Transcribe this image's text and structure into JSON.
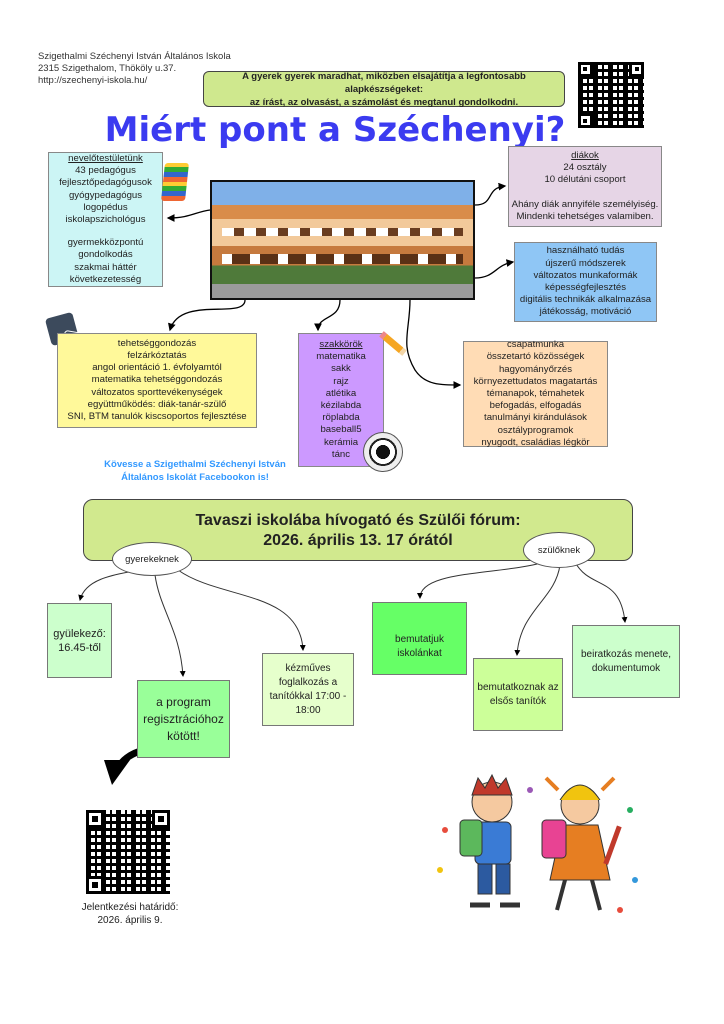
{
  "header": {
    "school": "Szigethalmi Széchenyi István Általános Iskola",
    "address": "2315 Szigethalom, Thököly u.37.",
    "url": "http://szechenyi-iskola.hu/"
  },
  "motto": {
    "line1": "A gyerek gyerek maradhat, miközben elsajátítja a legfontosabb alapkészségeket:",
    "line2": "az írást, az olvasást, a számolást és megtanul gondolkodni."
  },
  "title": "Miért pont a Széchenyi?",
  "teachers": {
    "heading": "nevelőtestületünk",
    "lines": [
      "43 pedagógus",
      "fejlesztőpedagógusok",
      "gyógypedagógus",
      "logopédus",
      "iskolapszichológus",
      "",
      "gyermekközpontú",
      "gondolkodás",
      "szakmai háttér",
      "következetesség"
    ]
  },
  "students": {
    "heading": "diákok",
    "lines": [
      "24 osztály",
      "10 délutáni csoport",
      "",
      "Ahány diák annyiféle személyiség.",
      "Mindenki tehetséges valamiben."
    ]
  },
  "methods": {
    "lines": [
      "használható tudás",
      "újszerű módszerek",
      "változatos munkaformák",
      "képességfejlesztés",
      "digitális technikák alkalmazása",
      "játékosság, motiváció"
    ]
  },
  "talent": {
    "lines": [
      "tehetséggondozás",
      "felzárkóztatás",
      "angol orientáció 1. évfolyamtól",
      "matematika tehetséggondozás",
      "változatos sporttevékenységek",
      "együttműködés: diák-tanár-szülő",
      "SNI, BTM tanulók kiscsoportos fejlesztése"
    ]
  },
  "clubs": {
    "heading": "szakkörök",
    "lines": [
      "matematika",
      "sakk",
      "rajz",
      "atlétika",
      "kézilabda",
      "röplabda",
      "baseball5",
      "kerámia",
      "tánc"
    ]
  },
  "community": {
    "lines": [
      "csapatmunka",
      "összetartó közösségek",
      "hagyományőrzés",
      "környezettudatos magatartás",
      "témanapok, témahetek",
      "befogadás, elfogadás",
      "tanulmányi kirándulások",
      "osztályprogramok",
      "nyugodt, családias légkör"
    ]
  },
  "facebook": {
    "line1": "Kövesse a Szigethalmi Széchenyi István",
    "line2": "Általános Iskolát Facebookon is!"
  },
  "event": {
    "line1": "Tavaszi iskolába hívogató és Szülői fórum:",
    "line2": "2026. április 13. 17 órától"
  },
  "kids": {
    "label": "gyerekeknek",
    "items": [
      "gyülekező: 16.45-től",
      "a program regisztrációhoz kötött!",
      "kézműves foglalkozás a tanítókkal 17:00 - 18:00"
    ]
  },
  "parents": {
    "label": "szülőknek",
    "items": [
      "bemutatjuk iskolánkat",
      "bemutatkoznak az elsős tanítók",
      "beiratkozás menete, dokumentumok"
    ]
  },
  "deadline": {
    "line1": "Jelentkezési határidő:",
    "line2": "2026. április 9."
  },
  "colors": {
    "title": "#3b3bf0",
    "motto_bg": "#cfe88e",
    "facebook": "#3399ff"
  }
}
